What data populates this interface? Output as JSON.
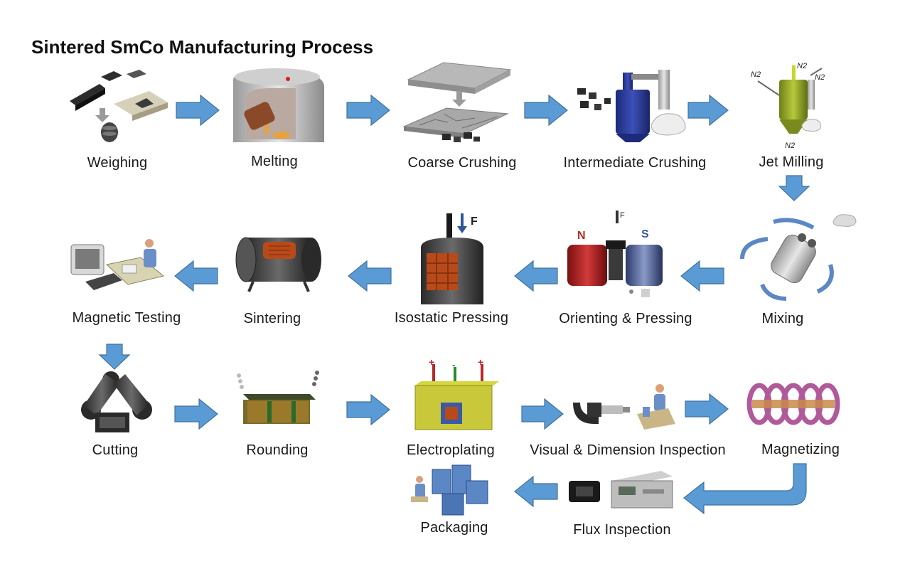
{
  "title": "Sintered SmCo Manufacturing Process",
  "colors": {
    "arrow": "#5b9bd5",
    "arrow_stroke": "#41719c",
    "magnet_red": "#b32b2b",
    "magnet_blue": "#3a5a9c",
    "melt_orange": "#e8a23a"
  },
  "steps": {
    "weighing": "Weighing",
    "melting": "Melting",
    "coarse_crushing": "Coarse Crushing",
    "intermediate_crushing": "Intermediate Crushing",
    "jet_milling": "Jet Milling",
    "mixing": "Mixing",
    "orienting_pressing": "Orienting & Pressing",
    "isostatic_pressing": "Isostatic Pressing",
    "sintering": "Sintering",
    "magnetic_testing": "Magnetic Testing",
    "cutting": "Cutting",
    "rounding": "Rounding",
    "electroplating": "Electroplating",
    "visual_dimension_inspection": "Visual & Dimension Inspection",
    "magnetizing": "Magnetizing",
    "flux_inspection": "Flux Inspection",
    "packaging": "Packaging"
  },
  "illustration_text": {
    "force_label": "F",
    "north_label": "N",
    "south_label": "S",
    "gas_label": "N2",
    "plus_sign": "+",
    "minus_sign": "-"
  }
}
